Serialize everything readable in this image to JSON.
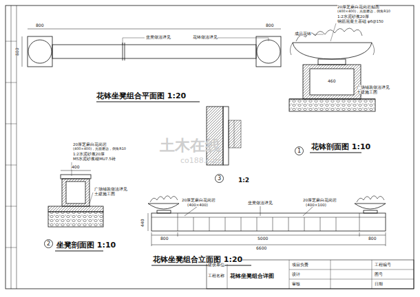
{
  "diagram": {
    "nodes": [
      {
        "text": [
          "1"
        ]
      },
      {
        "text": [
          "3"
        ]
      },
      {
        "text": [
          "2"
        ]
      }
    ],
    "labels": [
      "800",
      "800",
      "800",
      "坐凳做法详见",
      "花钵做法详见",
      "花钵坐凳组合平面图 1:20",
      "成品花钵",
      "20厚芝麻白花岗岩贴面",
      "(400×400)，光面磨边，倒角R10",
      "1:2水泥砂浆20厚",
      "钢筋混凝土基础 φ6@150",
      "460",
      "广场铺装做法详见",
      "土建施工图",
      "花钵剖面图 1:10",
      "1:2",
      "20厚芝麻白花岗岩",
      "(400×400)，光面磨边，倒角R10",
      "1:2水泥砂浆20厚",
      "M5水泥砂浆砌MU7.5砖",
      "400",
      "广场铺装做法详见",
      "土建施工图",
      "坐凳剖面图 1:10",
      "20厚芝麻白花岗岩",
      "(400×400)",
      "坐凳做法详见",
      "20厚芝麻白花岗岩",
      "(400×100)",
      "800",
      "5000",
      "800",
      "6600",
      "440",
      "花钵坐凳组合立面图 1:20",
      "建设单位",
      "工程名称",
      "花钵坐凳组合详图",
      "项目负责",
      "工程编号",
      "设计",
      "图号",
      "审核",
      "日期",
      "土木在线",
      "co188.com"
    ]
  }
}
